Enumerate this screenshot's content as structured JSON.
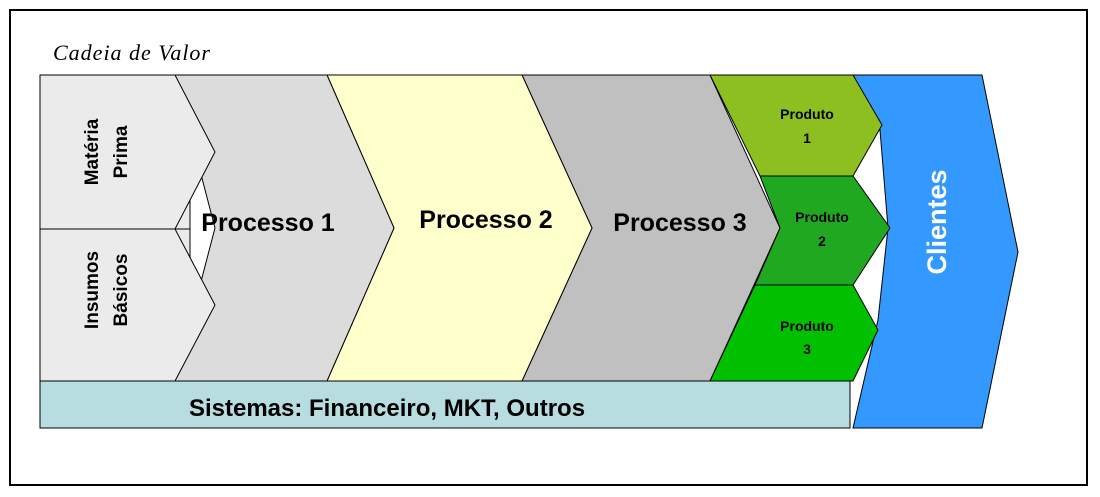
{
  "title": "Cadeia de Valor",
  "inputs": [
    {
      "line1": "Matéria",
      "line2": "Prima"
    },
    {
      "line1": "Insumos",
      "line2": "Básicos"
    }
  ],
  "processes": [
    {
      "label": "Processo 1",
      "color": "#dcdcdc"
    },
    {
      "label": "Processo 2",
      "color": "#ffffcc"
    },
    {
      "label": "Processo 3",
      "color": "#c0c0c0"
    }
  ],
  "products": [
    {
      "line1": "Produto",
      "line2": "1",
      "color": "#8cbf1f"
    },
    {
      "line1": "Produto",
      "line2": "2",
      "color": "#21a821"
    },
    {
      "line1": "Produto",
      "line2": "3",
      "color": "#00c000"
    }
  ],
  "clients": {
    "label": "Clientes",
    "color": "#3399ff"
  },
  "systems": {
    "label": "Sistemas: Financeiro, MKT, Outros",
    "color": "#b7dde0"
  },
  "inputs_color": "#ebebeb"
}
